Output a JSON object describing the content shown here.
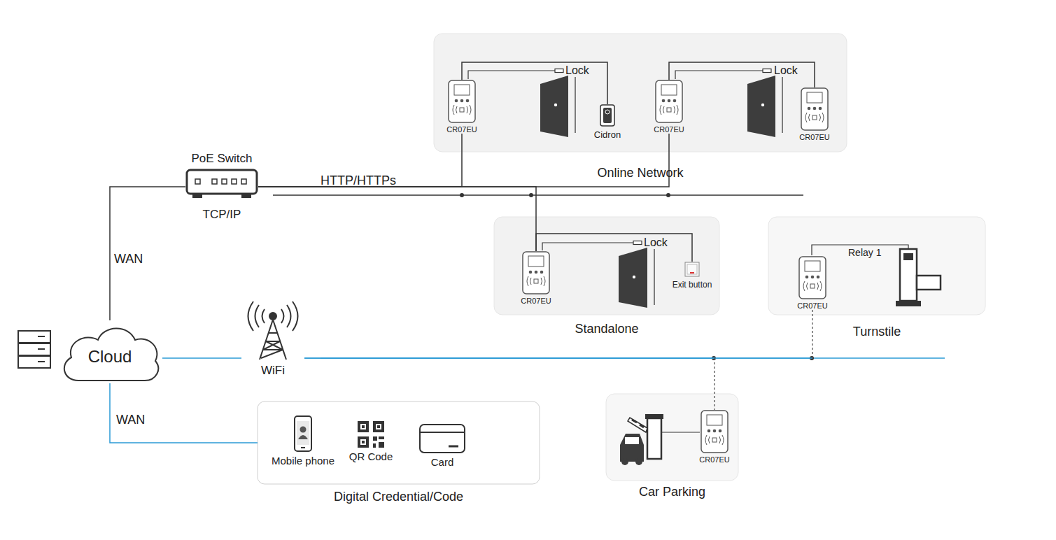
{
  "diagram": {
    "nodes": [
      {
        "text": [
          "Cloud"
        ]
      },
      {
        "text": [
          "PoE Switch",
          "TCP/IP"
        ]
      },
      {
        "text": [
          "WiFi"
        ]
      },
      {
        "text": [
          "Online Network"
        ]
      },
      {
        "text": [
          "CR07EU"
        ],
        "in": 3
      },
      {
        "text": [
          "Cidron"
        ],
        "in": 3
      },
      {
        "text": [
          "CR07EU"
        ],
        "in": 3
      },
      {
        "text": [
          "CR07EU"
        ],
        "in": 3
      },
      {
        "text": [
          "Standalone"
        ]
      },
      {
        "text": [
          "CR07EU"
        ],
        "in": 8
      },
      {
        "text": [
          "Exit button"
        ],
        "in": 8
      },
      {
        "text": [
          "Turnstile"
        ]
      },
      {
        "text": [
          "CR07EU"
        ],
        "in": 11
      },
      {
        "text": [
          "Car Parking"
        ]
      },
      {
        "text": [
          "CR07EU"
        ],
        "in": 13
      },
      {
        "text": [
          "Digital Credential/Code"
        ]
      },
      {
        "text": [
          "Mobile phone"
        ],
        "in": 15
      },
      {
        "text": [
          "QR Code"
        ],
        "in": 15
      },
      {
        "text": [
          "Card"
        ],
        "in": 15
      }
    ],
    "edges": [
      {
        "from": 0,
        "to": 1,
        "label": "WAN",
        "arrow": "none"
      },
      {
        "from": 1,
        "to": 4,
        "label": "HTTP/HTTPs",
        "arrow": "none"
      },
      {
        "from": 1,
        "to": 6,
        "arrow": "none"
      },
      {
        "from": 1,
        "to": 9,
        "arrow": "none"
      },
      {
        "from": 4,
        "to": 5,
        "arrow": "none"
      },
      {
        "from": 6,
        "to": 7,
        "arrow": "none"
      },
      {
        "from": 9,
        "to": 10,
        "arrow": "none"
      },
      {
        "from": 0,
        "to": 2,
        "arrow": "none"
      },
      {
        "from": 2,
        "to": 12,
        "arrow": "none"
      },
      {
        "from": 2,
        "to": 14,
        "arrow": "none"
      },
      {
        "from": 0,
        "to": 15,
        "label": "WAN",
        "arrow": "none"
      }
    ],
    "labels": [
      "Lock",
      "Lock",
      "Lock",
      "Relay 1"
    ]
  }
}
